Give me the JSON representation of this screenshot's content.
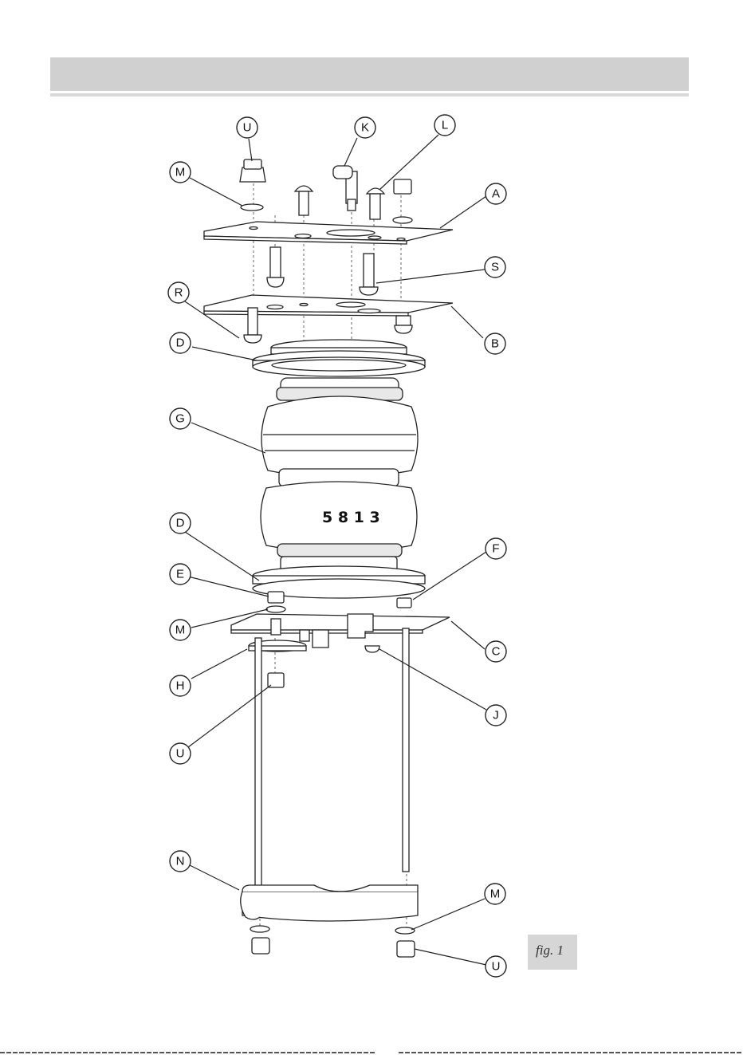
{
  "diagram": {
    "callouts": {
      "u_top": "U",
      "k": "K",
      "l": "L",
      "m_top": "M",
      "a": "A",
      "s": "S",
      "r": "R",
      "b": "B",
      "d_top": "D",
      "g": "G",
      "d_bottom": "D",
      "f": "F",
      "e": "E",
      "m_mid": "M",
      "c": "C",
      "h": "H",
      "j": "J",
      "u_mid": "U",
      "n": "N",
      "m_bottom": "M",
      "u_bottom": "U"
    },
    "bellow_marking": "5 8 1 3",
    "figure_label": "fig. 1"
  }
}
